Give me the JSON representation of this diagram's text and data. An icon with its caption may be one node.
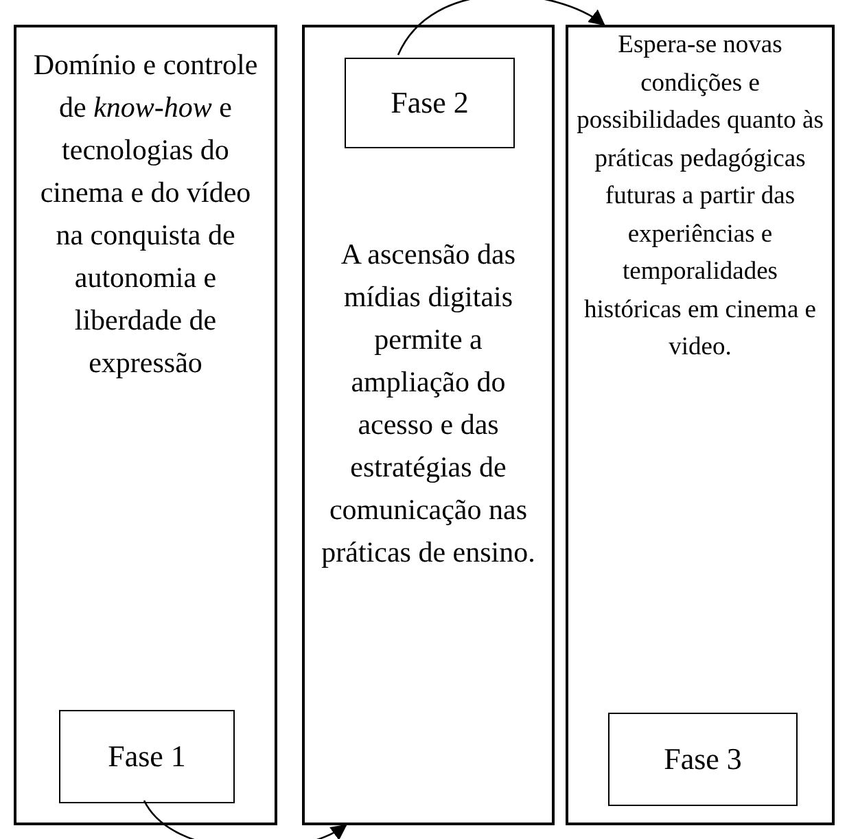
{
  "diagram": {
    "nodes": [
      {
        "text": [
          "Domínio e controle de *know-how* e tecnologias do cinema e do vídeo na conquista de autonomia e liberdade de expressão"
        ]
      },
      {
        "text": [
          "Fase 1"
        ],
        "in": 0
      },
      {
        "text": [
          "A ascensão das mídias digitais permite a ampliação do acesso e das estratégias de comunicação nas práticas de ensino."
        ]
      },
      {
        "text": [
          "Fase 2"
        ],
        "in": 2
      },
      {
        "text": [
          "Espera-se novas condições e possibilidades quanto às práticas pedagógicas futuras a partir das experiências e temporalidades históricas em cinema e video."
        ]
      },
      {
        "text": [
          "Fase 3"
        ],
        "in": 4
      }
    ],
    "edges": [
      {
        "from": 1,
        "to": 2,
        "arrow": "to"
      },
      {
        "from": 3,
        "to": 4,
        "arrow": "to"
      }
    ]
  }
}
